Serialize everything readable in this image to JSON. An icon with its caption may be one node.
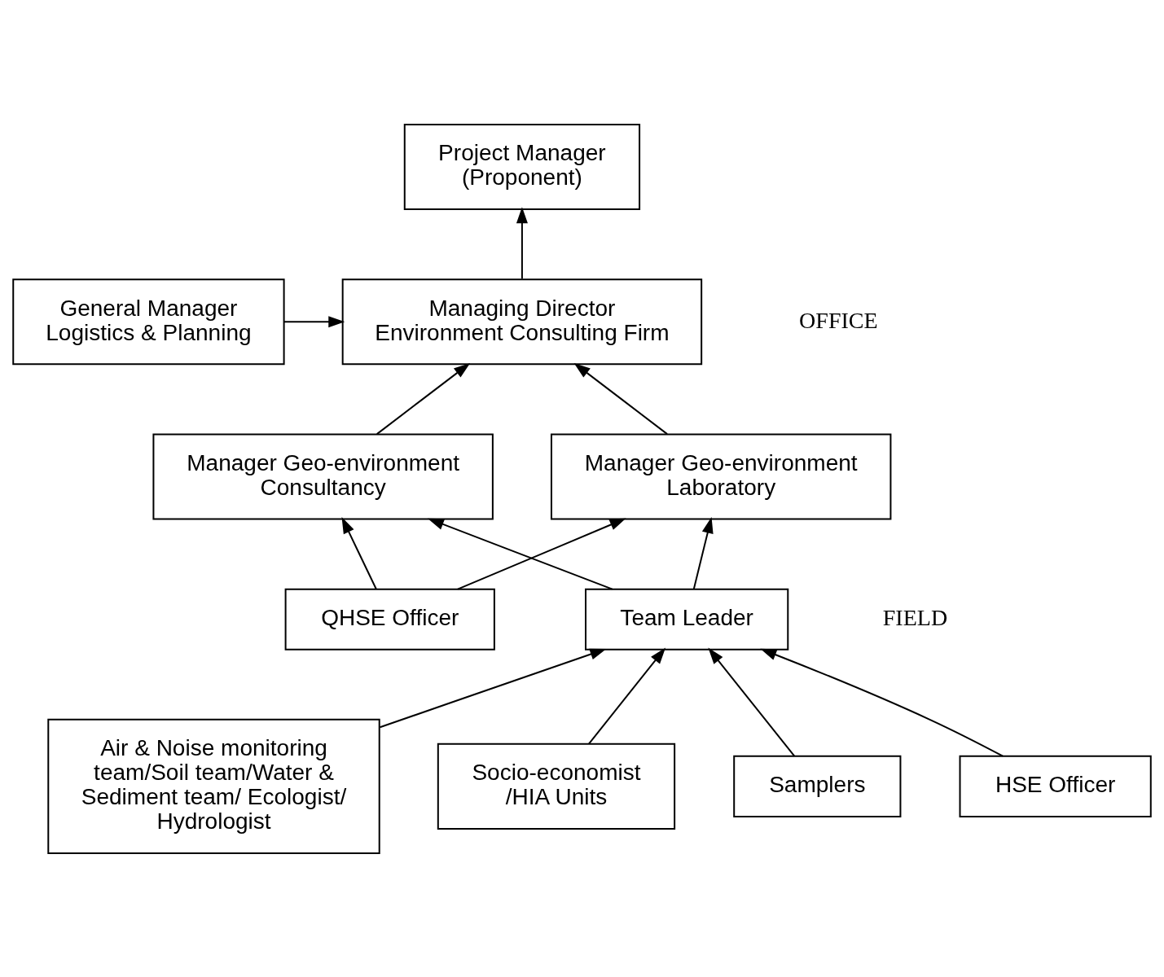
{
  "diagram": {
    "nodes": [
      {
        "text": [
          "Project Manager (Proponent)"
        ]
      },
      {
        "text": [
          "Managing Director Environment Consulting Firm"
        ]
      },
      {
        "text": [
          "General Manager Logistics & Planning"
        ]
      },
      {
        "text": [
          "Manager Geo-environment Consultancy"
        ]
      },
      {
        "text": [
          "Manager Geo-environment Laboratory"
        ]
      },
      {
        "text": [
          "QHSE Officer"
        ]
      },
      {
        "text": [
          "Team Leader"
        ]
      },
      {
        "text": [
          "Air & Noise monitoring team/Soil team/Water & Sediment team/ Ecologist/ Hydrologist"
        ]
      },
      {
        "text": [
          "Socio-economist /HIA Units"
        ]
      },
      {
        "text": [
          "Samplers"
        ]
      },
      {
        "text": [
          "HSE Officer"
        ]
      }
    ],
    "edges": [
      {
        "from": 1,
        "to": 0,
        "arrow": "to"
      },
      {
        "from": 2,
        "to": 1,
        "arrow": "to"
      },
      {
        "from": 3,
        "to": 1,
        "arrow": "to"
      },
      {
        "from": 4,
        "to": 1,
        "arrow": "to"
      },
      {
        "from": 6,
        "to": 3,
        "arrow": "to"
      },
      {
        "from": 6,
        "to": 4,
        "arrow": "to"
      },
      {
        "from": 5,
        "to": 3,
        "arrow": "to"
      },
      {
        "from": 5,
        "to": 4,
        "arrow": "to"
      },
      {
        "from": 7,
        "to": 6,
        "arrow": "to"
      },
      {
        "from": 8,
        "to": 6,
        "arrow": "to"
      },
      {
        "from": 9,
        "to": 6,
        "arrow": "to"
      },
      {
        "from": 10,
        "to": 6,
        "arrow": "to"
      }
    ],
    "labels": [
      "OFFICE",
      "FIELD"
    ]
  }
}
